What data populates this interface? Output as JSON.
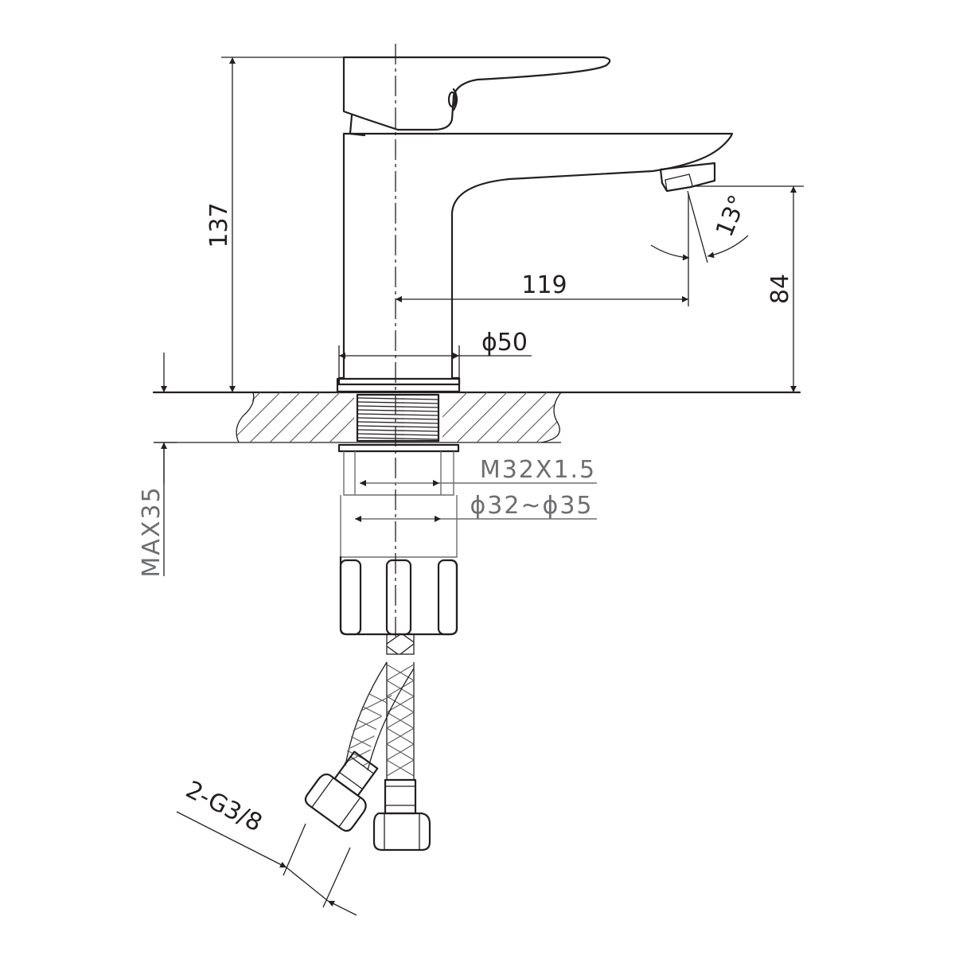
{
  "dimensions": {
    "height_total": "137",
    "spout_reach": "119",
    "spout_height": "84",
    "base_diameter": "ϕ50",
    "spout_angle": "13°",
    "thread": "M32X1.5",
    "hole_diameter": "ϕ32~ϕ35",
    "max_thickness": "MAX35",
    "hose_connector": "2-G3/8"
  },
  "colors": {
    "line": "#231f20",
    "secondary": "#6d6e70"
  }
}
